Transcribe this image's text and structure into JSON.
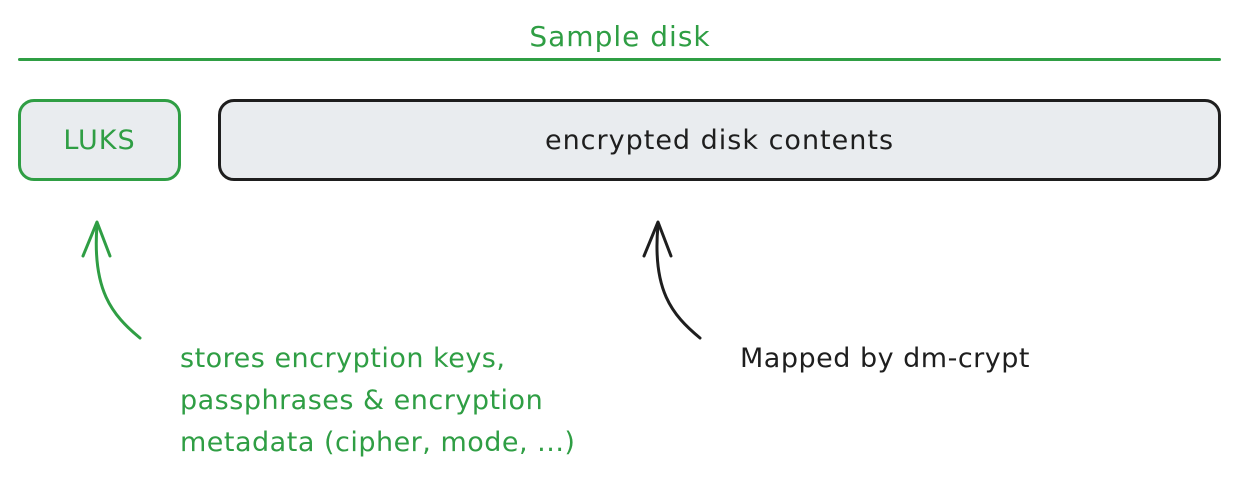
{
  "title": "Sample disk",
  "luks": {
    "label": "LUKS",
    "note_lines": [
      "stores encryption keys,",
      "passphrases & encryption",
      "metadata (cipher, mode, ...)"
    ]
  },
  "contents": {
    "label": "encrypted disk contents",
    "note": "Mapped by dm-crypt"
  },
  "colors": {
    "green": "#2f9e44",
    "dark": "#1e1e1e",
    "box_fill": "#e9ecef",
    "background": "#ffffff"
  }
}
